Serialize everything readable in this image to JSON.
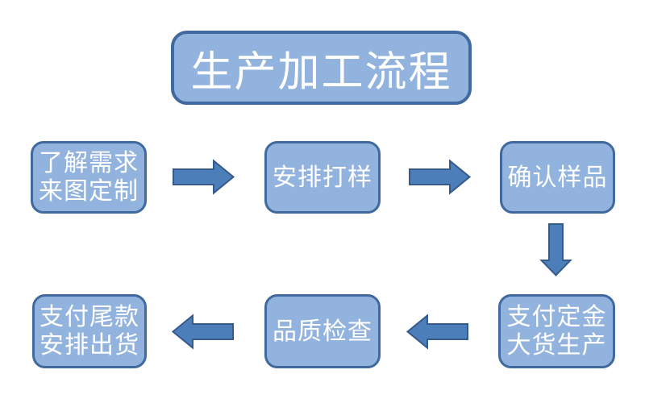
{
  "title": "生产加工流程",
  "colors": {
    "background": "#ffffff",
    "box_fill": "#92b3de",
    "box_border": "#40699f",
    "arrow_fill": "#4c7eba",
    "arrow_border": "#365a8a",
    "text": "#ffffff"
  },
  "steps": [
    {
      "lines": [
        "了解需求",
        "来图定制"
      ]
    },
    {
      "lines": [
        "安排打样"
      ]
    },
    {
      "lines": [
        "确认样品"
      ]
    },
    {
      "lines": [
        "支付定金",
        "大货生产"
      ]
    },
    {
      "lines": [
        "品质检查"
      ]
    },
    {
      "lines": [
        "支付尾款",
        "安排出货"
      ]
    }
  ],
  "arrows": [
    {
      "direction": "right",
      "from": 0,
      "to": 1
    },
    {
      "direction": "right",
      "from": 1,
      "to": 2
    },
    {
      "direction": "down",
      "from": 2,
      "to": 3
    },
    {
      "direction": "left",
      "from": 3,
      "to": 4
    },
    {
      "direction": "left",
      "from": 4,
      "to": 5
    }
  ]
}
